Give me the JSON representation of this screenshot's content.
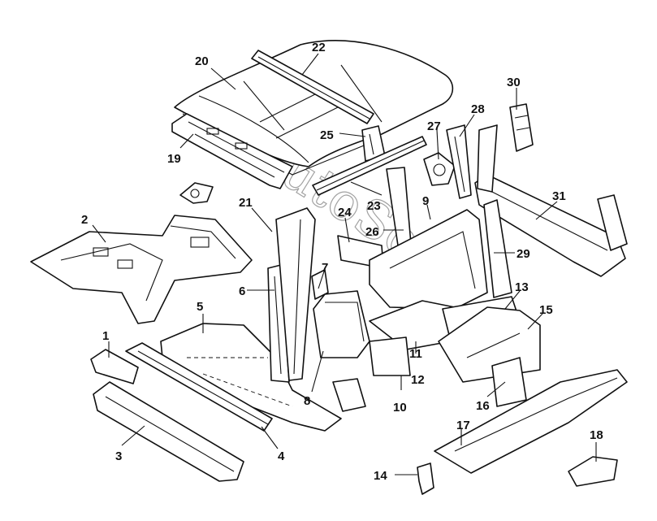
{
  "watermark": "AutoSoft",
  "labels": {
    "p1": "1",
    "p2": "2",
    "p3": "3",
    "p4": "4",
    "p5": "5",
    "p6": "6",
    "p7": "7",
    "p8": "8",
    "p9": "9",
    "p10": "10",
    "p11": "11",
    "p12": "12",
    "p13": "13",
    "p14": "14",
    "p15": "15",
    "p16": "16",
    "p17": "17",
    "p18": "18",
    "p19": "19",
    "p20": "20",
    "p21": "21",
    "p22": "22",
    "p23": "23",
    "p24": "24",
    "p25": "25",
    "p26": "26",
    "p27": "27",
    "p28": "28",
    "p29": "29",
    "p30": "30",
    "p31": "31"
  }
}
